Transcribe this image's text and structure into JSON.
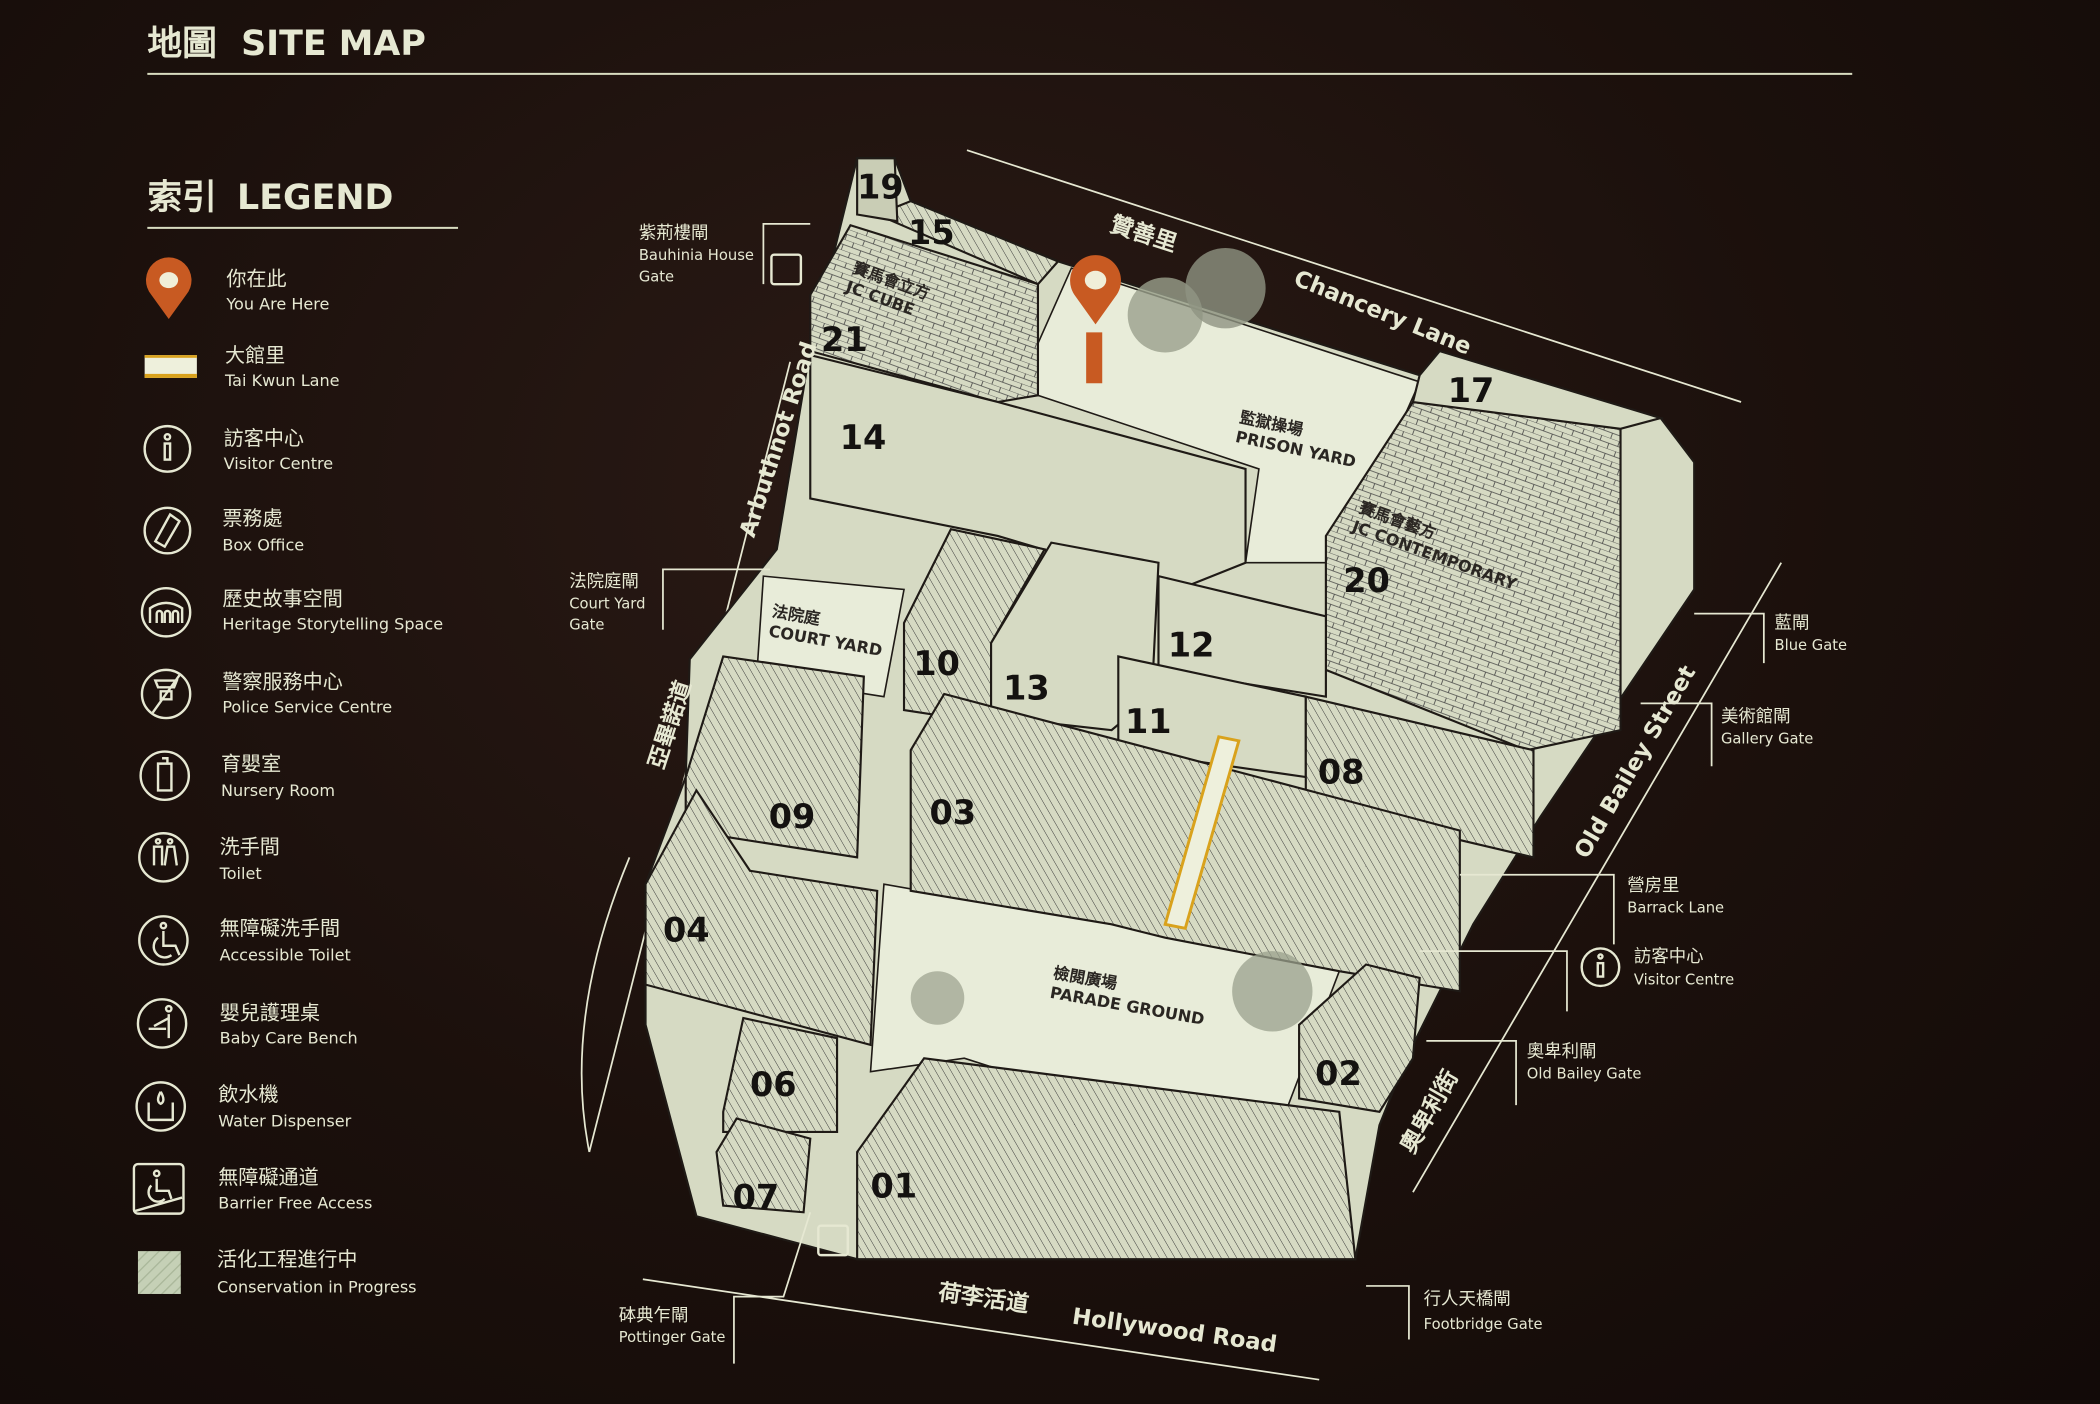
{
  "title": {
    "zh": "地圖",
    "en": "SITE MAP"
  },
  "legend": {
    "heading_zh": "索引",
    "heading_en": "LEGEND",
    "items": [
      {
        "icon": "location-pin-icon",
        "zh": "你在此",
        "en": "You Are Here"
      },
      {
        "icon": "lane-swatch-icon",
        "zh": "大館里",
        "en": "Tai Kwun Lane"
      },
      {
        "icon": "info-icon",
        "zh": "訪客中心",
        "en": "Visitor Centre"
      },
      {
        "icon": "ticket-icon",
        "zh": "票務處",
        "en": "Box Office"
      },
      {
        "icon": "heritage-arches-icon",
        "zh": "歷史故事空間",
        "en": "Heritage Storytelling Space"
      },
      {
        "icon": "police-icon",
        "zh": "警察服務中心",
        "en": "Police Service Centre"
      },
      {
        "icon": "baby-bottle-icon",
        "zh": "育嬰室",
        "en": "Nursery Room"
      },
      {
        "icon": "toilet-icon",
        "zh": "洗手間",
        "en": "Toilet"
      },
      {
        "icon": "wheelchair-icon",
        "zh": "無障礙洗手間",
        "en": "Accessible Toilet"
      },
      {
        "icon": "baby-care-icon",
        "zh": "嬰兒護理桌",
        "en": "Baby Care Bench"
      },
      {
        "icon": "water-icon",
        "zh": "飲水機",
        "en": "Water Dispenser"
      },
      {
        "icon": "barrier-free-icon",
        "zh": "無障礙通道",
        "en": "Barrier Free Access"
      },
      {
        "icon": "conservation-swatch-icon",
        "zh": "活化工程進行中",
        "en": "Conservation in Progress"
      }
    ]
  },
  "colors": {
    "you_are_here": "#c85a22",
    "tai_kwun_lane": "#d9a21c",
    "background": "#1b100c",
    "map_fill": "#d6dac3",
    "text": "#e6e8d2"
  },
  "map": {
    "buildings": [
      "19",
      "15",
      "21",
      "14",
      "17",
      "20",
      "12",
      "10",
      "13",
      "11",
      "08",
      "03",
      "09",
      "04",
      "06",
      "07",
      "01",
      "02"
    ],
    "areas": {
      "jc_cube_zh": "賽馬會立方",
      "jc_cube_en": "JC CUBE",
      "jc_contemporary_zh": "賽馬會藝方",
      "jc_contemporary_en": "JC CONTEMPORARY",
      "prison_yard_zh": "監獄操場",
      "prison_yard_en": "PRISON YARD",
      "court_yard_zh": "法院庭",
      "court_yard_en": "COURT YARD",
      "parade_ground_zh": "檢閱廣場",
      "parade_ground_en": "PARADE GROUND"
    },
    "streets": {
      "chancery_zh": "贊善里",
      "chancery_en": "Chancery Lane",
      "arbuthnot_zh": "亞畢諾道",
      "arbuthnot_en": "Arbuthnot Road",
      "old_bailey_zh": "奧卑利街",
      "old_bailey_en": "Old Bailey Street",
      "hollywood_zh": "荷李活道",
      "hollywood_en": "Hollywood Road"
    },
    "gates": [
      {
        "zh": "紫荊樓閘",
        "en1": "Bauhinia House",
        "en2": "Gate"
      },
      {
        "zh": "法院庭閘",
        "en1": "Court Yard",
        "en2": "Gate"
      },
      {
        "zh": "藍閘",
        "en1": "Blue Gate"
      },
      {
        "zh": "美術館閘",
        "en1": "Gallery Gate"
      },
      {
        "zh": "營房里",
        "en1": "Barrack Lane"
      },
      {
        "zh": "訪客中心",
        "en1": "Visitor Centre"
      },
      {
        "zh": "奧卑利閘",
        "en1": "Old Bailey Gate"
      },
      {
        "zh": "行人天橋閘",
        "en1": "Footbridge Gate"
      },
      {
        "zh": "砵典乍閘",
        "en1": "Pottinger Gate"
      }
    ]
  }
}
